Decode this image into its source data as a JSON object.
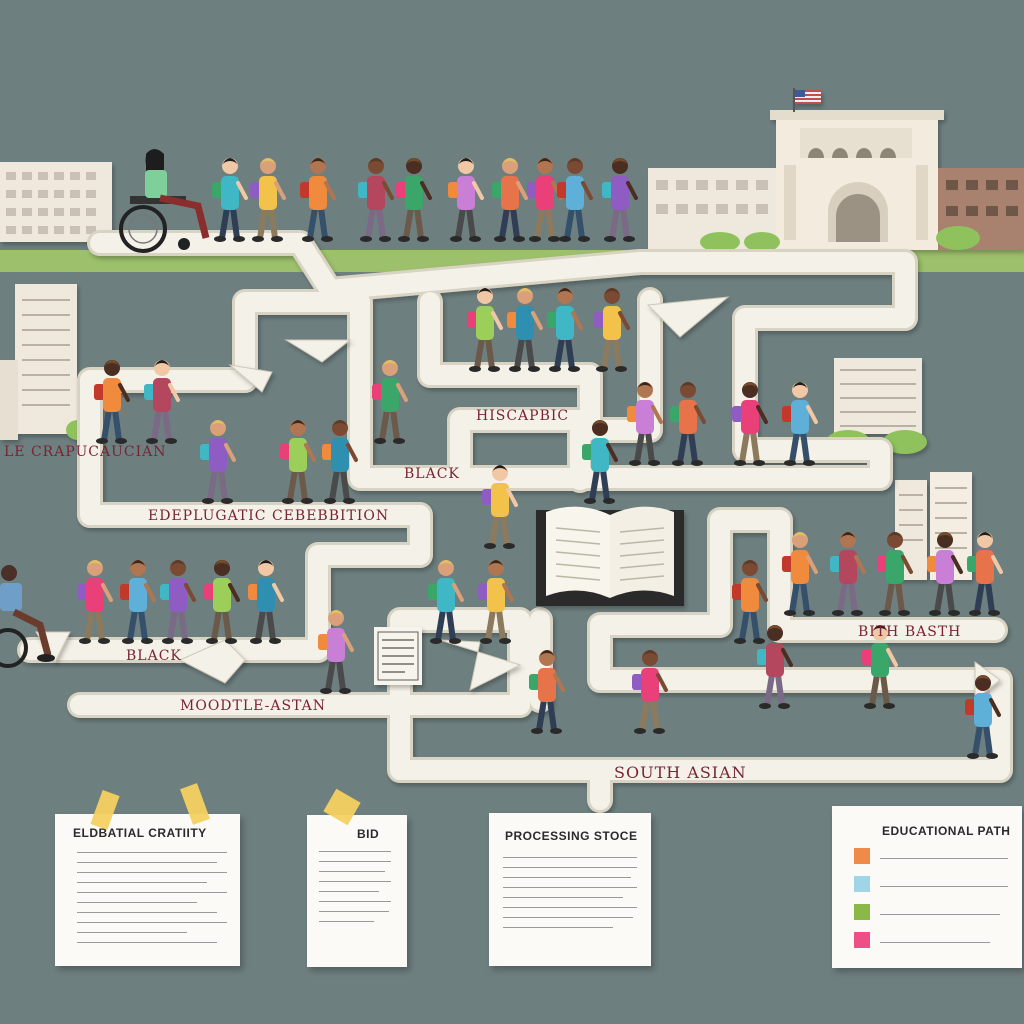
{
  "labels": {
    "l1": "LE CRAPUCAUCIAN",
    "l2": "HISCAPBIC",
    "l3": "BLACK",
    "l4": "EDEPLUGATIC CEBEBBITION",
    "l5": "BLACK",
    "l6": "MOODTLE-ASTAN",
    "l7": "SOUTH  ASIAN",
    "l8": "BITH BASTH"
  },
  "notes": {
    "n1": "ELDBATIAL CRATIITY",
    "n2": "BID",
    "n3": "PROCESSING STOCE",
    "n4": "EDUCATIONAL PATH"
  },
  "colors": {
    "background": "#6e7f80",
    "path": "#f4f1e8",
    "building": "#efe8dc",
    "grass": "#9cc06b",
    "label": "#7a2433",
    "legend": [
      "#f08a4b",
      "#9fd5e6",
      "#8cb84a",
      "#ee4f86"
    ]
  },
  "icons": [
    "wheelchair-icon",
    "open-book-icon",
    "flag-icon",
    "document-icon"
  ]
}
